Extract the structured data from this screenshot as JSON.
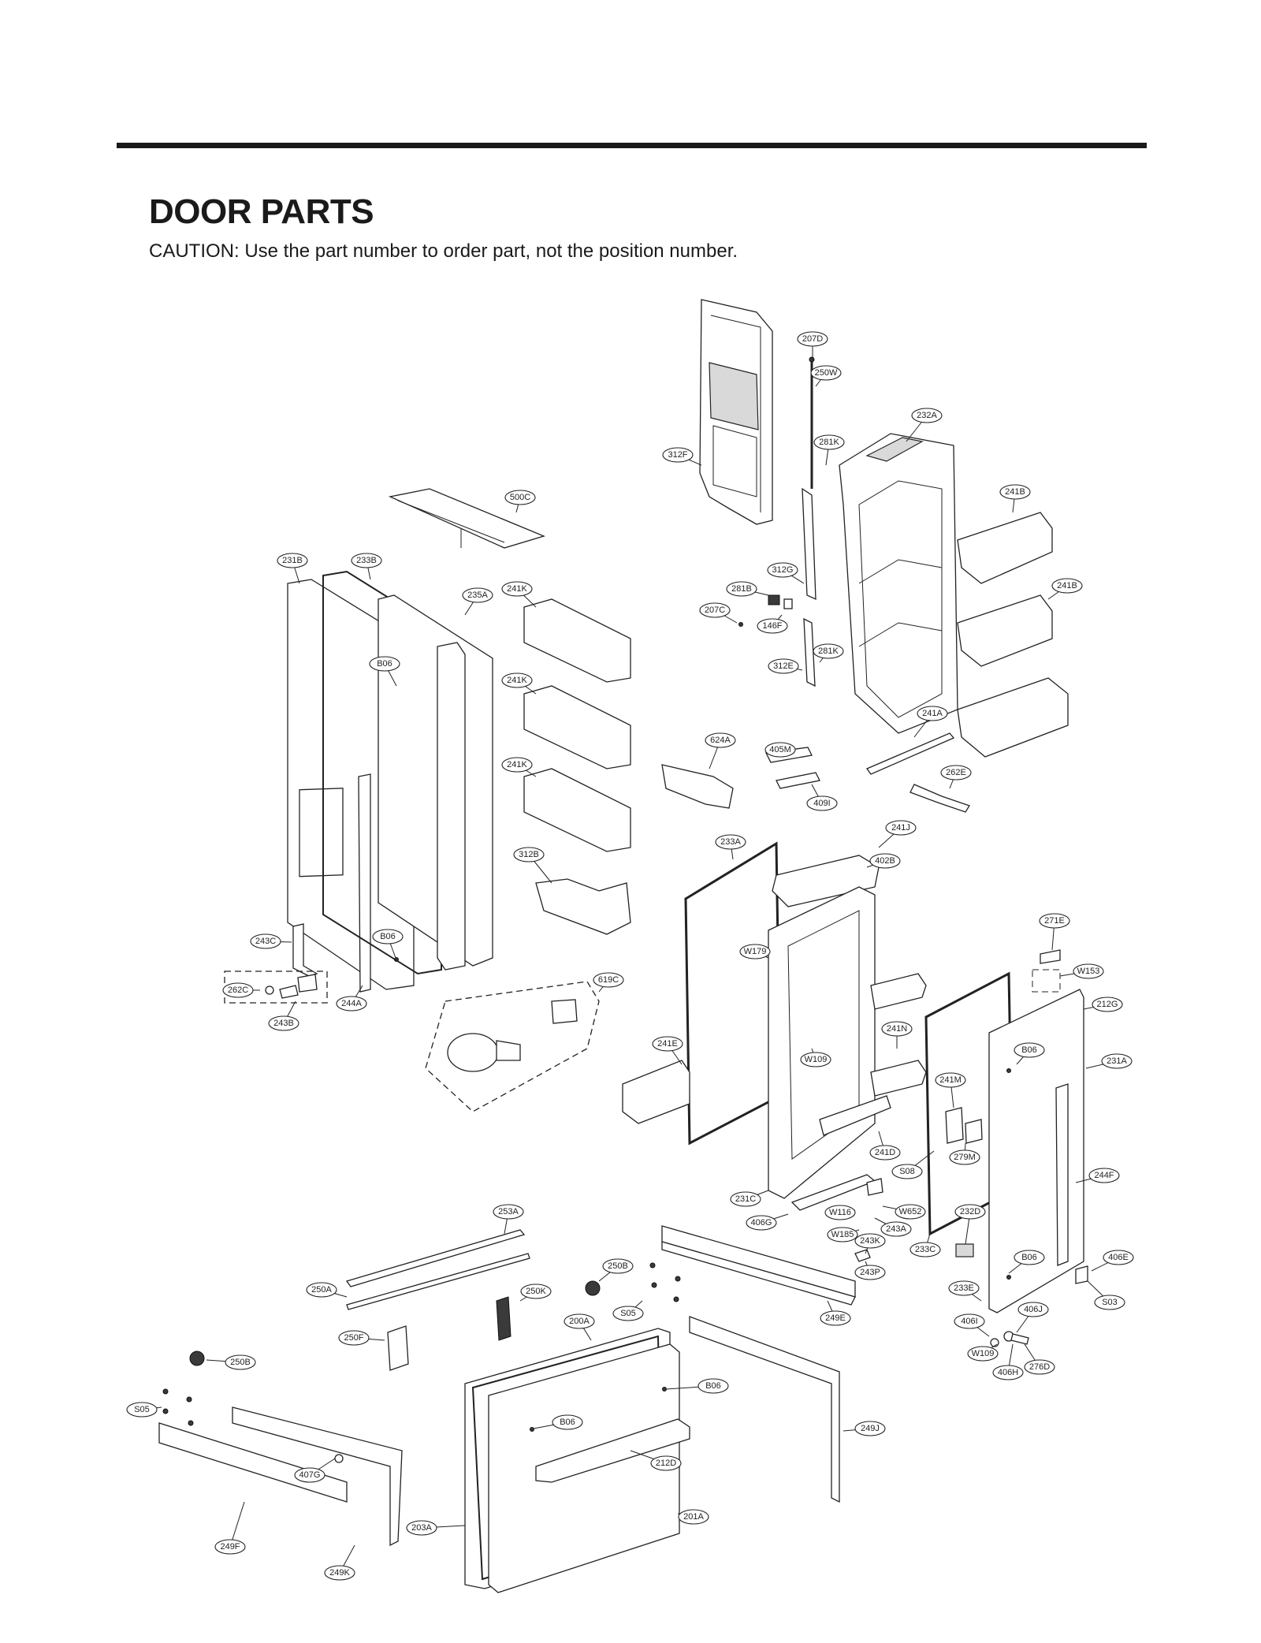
{
  "page": {
    "title": "DOOR PARTS",
    "caution": "CAUTION: Use the part number to order part, not the position number."
  },
  "labels": [
    "207D",
    "250W",
    "232A",
    "281K",
    "312F",
    "241B",
    "500C",
    "312G",
    "281B",
    "241B",
    "207C",
    "146F",
    "231B",
    "233B",
    "235A",
    "241K",
    "281K",
    "312E",
    "B06",
    "241K",
    "241A",
    "624A",
    "405M",
    "262E",
    "409I",
    "241K",
    "241J",
    "233A",
    "402B",
    "312B",
    "271E",
    "243C",
    "B06",
    "W153",
    "W179",
    "619C",
    "212G",
    "262C",
    "244A",
    "243B",
    "241E",
    "241N",
    "B06",
    "231A",
    "W109",
    "241M",
    "241D",
    "279M",
    "S08",
    "244F",
    "231C",
    "W116",
    "W652",
    "232D",
    "406G",
    "243A",
    "W185",
    "243K",
    "233C",
    "B06",
    "406E",
    "253A",
    "243P",
    "250B",
    "233E",
    "S03",
    "250A",
    "250K",
    "S05",
    "249E",
    "406J",
    "406I",
    "200A",
    "250F",
    "W109",
    "276D",
    "406H",
    "250B",
    "B06",
    "249J",
    "S05",
    "B06",
    "212D",
    "407G",
    "203A",
    "201A",
    "249F",
    "249K"
  ]
}
